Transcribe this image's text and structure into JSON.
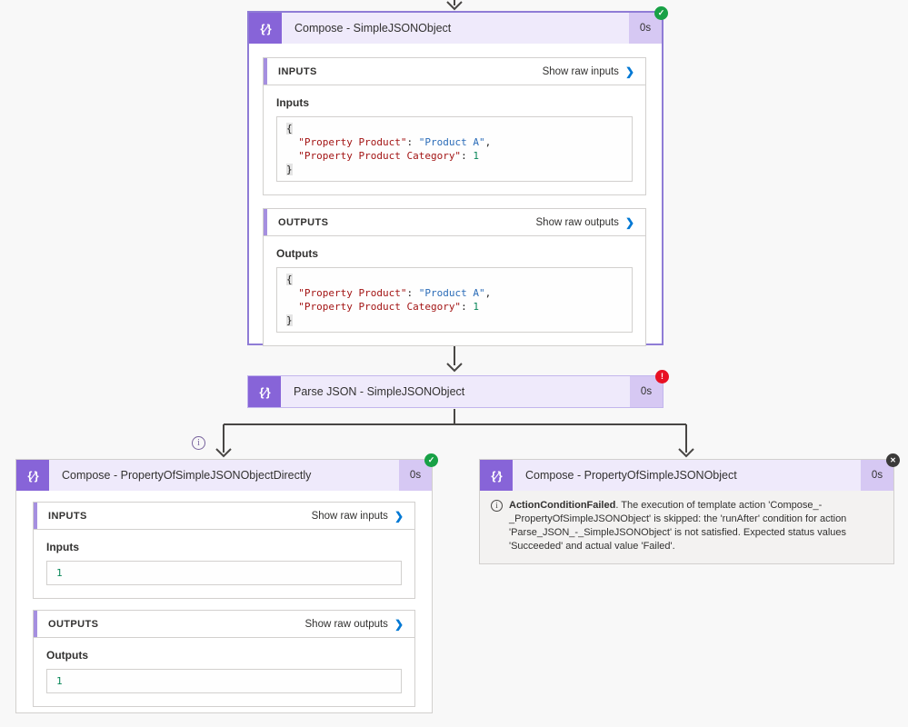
{
  "colors": {
    "bg": "#f8f8f8",
    "accent": "#8764d8",
    "accent-light": "#efeafb",
    "accent-dur": "#d6c8f3",
    "accent-bar": "#a58fe0",
    "card-border-purple": "#8f7cd6",
    "card-border-lav": "#c3b6ed",
    "border-gray": "#d2d0ce",
    "success": "#18a146",
    "error": "#e81123",
    "skipped": "#3b3a39",
    "link-blue": "#0078d4",
    "text": "#323130",
    "code-key": "#a31515",
    "code-str": "#2b6cb8",
    "code-num": "#098658",
    "error-body-bg": "#f3f2f1",
    "connector": "#484644"
  },
  "nodes": {
    "compose_simple": {
      "title": "Compose - SimpleJSONObject",
      "duration": "0s",
      "status": "Succeeded",
      "inputs": {
        "header": "INPUTS",
        "link": "Show raw inputs",
        "label": "Inputs"
      },
      "outputs": {
        "header": "OUTPUTS",
        "link": "Show raw outputs",
        "label": "Outputs"
      },
      "json_lines": [
        [
          {
            "text": "{",
            "cls": "brace"
          }
        ],
        [
          {
            "text": "  ",
            "cls": "plain"
          },
          {
            "text": "\"Property Product\"",
            "cls": "key"
          },
          {
            "text": ": ",
            "cls": "plain"
          },
          {
            "text": "\"Product A\"",
            "cls": "str"
          },
          {
            "text": ",",
            "cls": "plain"
          }
        ],
        [
          {
            "text": "  ",
            "cls": "plain"
          },
          {
            "text": "\"Property Product Category\"",
            "cls": "key"
          },
          {
            "text": ": ",
            "cls": "plain"
          },
          {
            "text": "1",
            "cls": "num"
          }
        ],
        [
          {
            "text": "}",
            "cls": "brace"
          }
        ]
      ]
    },
    "parse_json": {
      "title": "Parse JSON - SimpleJSONObject",
      "duration": "0s",
      "status": "Failed"
    },
    "compose_directly": {
      "title": "Compose - PropertyOfSimpleJSONObjectDirectly",
      "duration": "0s",
      "status": "Succeeded",
      "inputs": {
        "header": "INPUTS",
        "link": "Show raw inputs",
        "label": "Inputs"
      },
      "outputs": {
        "header": "OUTPUTS",
        "link": "Show raw outputs",
        "label": "Outputs"
      },
      "value_lines": [
        [
          {
            "text": "1",
            "cls": "num"
          }
        ]
      ]
    },
    "compose_property": {
      "title": "Compose - PropertyOfSimpleJSONObject",
      "duration": "0s",
      "status": "Skipped",
      "error": {
        "bold": "ActionConditionFailed",
        "rest": ". The execution of template action 'Compose_-_PropertyOfSimpleJSONObject' is skipped: the 'runAfter' condition for action 'Parse_JSON_-_SimpleJSONObject' is not satisfied. Expected status values 'Succeeded' and actual value 'Failed'."
      }
    }
  },
  "glyphs": {
    "action_icon_open": "{",
    "action_icon_slash": "∕",
    "action_icon_close": "}",
    "check": "✓",
    "exclaim": "!",
    "close": "✕",
    "chevron": "❯",
    "info": "i"
  }
}
